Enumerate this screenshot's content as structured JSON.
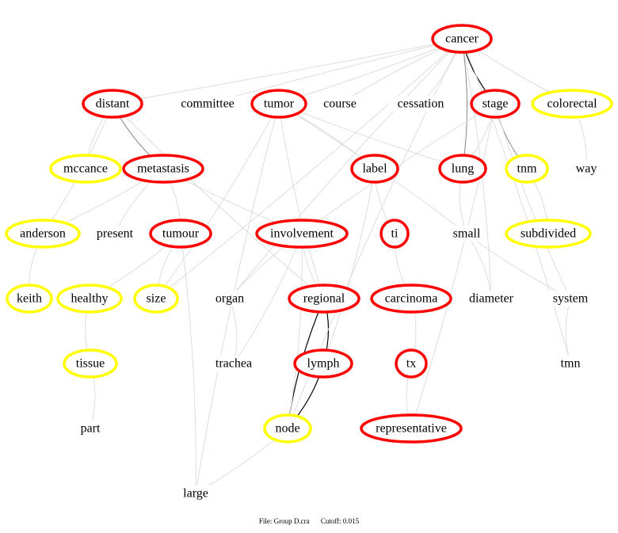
{
  "graph": {
    "colors": {
      "primary": "#ff0000",
      "secondary": "#ffff00",
      "edge_strong": "#000000",
      "edge_medium": "#888888",
      "edge_weak": "#dddddd"
    },
    "nodes": [
      {
        "id": "cancer",
        "label": "cancer",
        "ring": "primary"
      },
      {
        "id": "distant",
        "label": "distant",
        "ring": "primary"
      },
      {
        "id": "committee",
        "label": "committee",
        "ring": "none"
      },
      {
        "id": "tumor",
        "label": "tumor",
        "ring": "primary"
      },
      {
        "id": "course",
        "label": "course",
        "ring": "none"
      },
      {
        "id": "cessation",
        "label": "cessation",
        "ring": "none"
      },
      {
        "id": "stage",
        "label": "stage",
        "ring": "primary"
      },
      {
        "id": "colorectal",
        "label": "colorectal",
        "ring": "secondary"
      },
      {
        "id": "mccance",
        "label": "mccance",
        "ring": "secondary"
      },
      {
        "id": "metastasis",
        "label": "metastasis",
        "ring": "primary"
      },
      {
        "id": "label",
        "label": "label",
        "ring": "primary"
      },
      {
        "id": "lung",
        "label": "lung",
        "ring": "primary"
      },
      {
        "id": "tnm",
        "label": "tnm",
        "ring": "secondary"
      },
      {
        "id": "way",
        "label": "way",
        "ring": "none"
      },
      {
        "id": "anderson",
        "label": "anderson",
        "ring": "secondary"
      },
      {
        "id": "present",
        "label": "present",
        "ring": "none"
      },
      {
        "id": "tumour",
        "label": "tumour",
        "ring": "primary"
      },
      {
        "id": "involvement",
        "label": "involvement",
        "ring": "primary"
      },
      {
        "id": "ti",
        "label": "ti",
        "ring": "primary"
      },
      {
        "id": "small",
        "label": "small",
        "ring": "none"
      },
      {
        "id": "subdivided",
        "label": "subdivided",
        "ring": "secondary"
      },
      {
        "id": "keith",
        "label": "keith",
        "ring": "secondary"
      },
      {
        "id": "healthy",
        "label": "healthy",
        "ring": "secondary"
      },
      {
        "id": "size",
        "label": "size",
        "ring": "secondary"
      },
      {
        "id": "organ",
        "label": "organ",
        "ring": "none"
      },
      {
        "id": "regional",
        "label": "regional",
        "ring": "primary"
      },
      {
        "id": "carcinoma",
        "label": "carcinoma",
        "ring": "primary"
      },
      {
        "id": "diameter",
        "label": "diameter",
        "ring": "none"
      },
      {
        "id": "system",
        "label": "system",
        "ring": "none"
      },
      {
        "id": "tissue",
        "label": "tissue",
        "ring": "secondary"
      },
      {
        "id": "trachea",
        "label": "trachea",
        "ring": "none"
      },
      {
        "id": "lymph",
        "label": "lymph",
        "ring": "primary"
      },
      {
        "id": "tx",
        "label": "tx",
        "ring": "primary"
      },
      {
        "id": "tmn",
        "label": "tmn",
        "ring": "none"
      },
      {
        "id": "part",
        "label": "part",
        "ring": "none"
      },
      {
        "id": "node",
        "label": "node",
        "ring": "secondary"
      },
      {
        "id": "representative",
        "label": "representative",
        "ring": "primary"
      },
      {
        "id": "large",
        "label": "large",
        "ring": "none"
      }
    ],
    "edges": [
      [
        "cancer",
        "stage",
        "strong"
      ],
      [
        "regional",
        "lymph",
        "strong"
      ],
      [
        "regional",
        "node",
        "strong"
      ],
      [
        "lymph",
        "node",
        "strong"
      ],
      [
        "distant",
        "metastasis",
        "medium"
      ],
      [
        "cancer",
        "lung",
        "medium"
      ],
      [
        "stage",
        "tnm",
        "medium"
      ],
      [
        "cancer",
        "distant",
        "weak"
      ],
      [
        "cancer",
        "committee",
        "weak"
      ],
      [
        "cancer",
        "tumor",
        "weak"
      ],
      [
        "cancer",
        "course",
        "weak"
      ],
      [
        "cancer",
        "cessation",
        "weak"
      ],
      [
        "cancer",
        "colorectal",
        "weak"
      ],
      [
        "cancer",
        "tmn",
        "weak"
      ],
      [
        "cancer",
        "organ",
        "weak"
      ],
      [
        "cancer",
        "size",
        "weak"
      ],
      [
        "cancer",
        "node",
        "weak"
      ],
      [
        "cancer",
        "diameter",
        "weak"
      ],
      [
        "distant",
        "mccance",
        "weak"
      ],
      [
        "distant",
        "anderson",
        "weak"
      ],
      [
        "distant",
        "regional",
        "weak"
      ],
      [
        "tumor",
        "label",
        "weak"
      ],
      [
        "tumor",
        "lung",
        "weak"
      ],
      [
        "tumor",
        "small",
        "weak"
      ],
      [
        "tumor",
        "regional",
        "weak"
      ],
      [
        "tumor",
        "size",
        "weak"
      ],
      [
        "tumor",
        "large",
        "weak"
      ],
      [
        "metastasis",
        "anderson",
        "weak"
      ],
      [
        "metastasis",
        "present",
        "weak"
      ],
      [
        "metastasis",
        "tumour",
        "weak"
      ],
      [
        "metastasis",
        "involvement",
        "weak"
      ],
      [
        "stage",
        "lung",
        "weak"
      ],
      [
        "stage",
        "involvement",
        "weak"
      ],
      [
        "stage",
        "representative",
        "weak"
      ],
      [
        "stage",
        "system",
        "weak"
      ],
      [
        "colorectal",
        "way",
        "weak"
      ],
      [
        "label",
        "ti",
        "weak"
      ],
      [
        "label",
        "lymph",
        "weak"
      ],
      [
        "lung",
        "small",
        "weak"
      ],
      [
        "tnm",
        "subdivided",
        "weak"
      ],
      [
        "anderson",
        "keith",
        "weak"
      ],
      [
        "tumour",
        "healthy",
        "weak"
      ],
      [
        "tumour",
        "size",
        "weak"
      ],
      [
        "tumour",
        "large",
        "weak"
      ],
      [
        "involvement",
        "organ",
        "weak"
      ],
      [
        "involvement",
        "trachea",
        "weak"
      ],
      [
        "involvement",
        "regional",
        "weak"
      ],
      [
        "involvement",
        "node",
        "weak"
      ],
      [
        "ti",
        "carcinoma",
        "weak"
      ],
      [
        "small",
        "diameter",
        "weak"
      ],
      [
        "small",
        "system",
        "weak"
      ],
      [
        "organ",
        "trachea",
        "weak"
      ],
      [
        "healthy",
        "tissue",
        "weak"
      ],
      [
        "tissue",
        "part",
        "weak"
      ],
      [
        "system",
        "tmn",
        "weak"
      ],
      [
        "carcinoma",
        "tx",
        "weak"
      ],
      [
        "tx",
        "representative",
        "weak"
      ],
      [
        "node",
        "large",
        "weak"
      ]
    ]
  },
  "footer": {
    "file": "File: Group D.cra",
    "cutoff": "Cutoff: 0.015"
  }
}
